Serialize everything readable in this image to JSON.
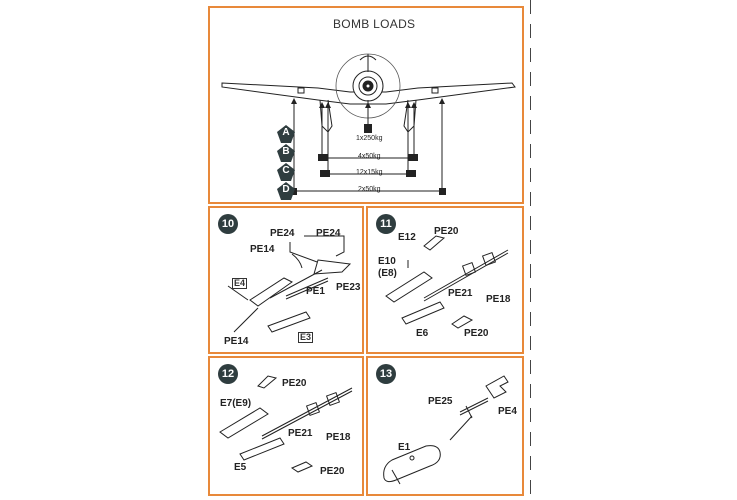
{
  "colors": {
    "frame": "#e8893a",
    "badge": "#2f3d3f",
    "line": "#222222"
  },
  "bomb_loads": {
    "title": "BOMB LOADS",
    "options": [
      {
        "letter": "A",
        "label": "1x250kg"
      },
      {
        "letter": "B",
        "label": "4x50kg"
      },
      {
        "letter": "C",
        "label": "12x15kg"
      },
      {
        "letter": "D",
        "label": "2x50kg"
      }
    ]
  },
  "steps": {
    "s10": {
      "number": "10",
      "labels": {
        "pe24a": "PE24",
        "pe24b": "PE24",
        "pe14a": "PE14",
        "pe1": "PE1",
        "pe23": "PE23",
        "pe14b": "PE14",
        "e4": "E4",
        "e3": "E3"
      }
    },
    "s11": {
      "number": "11",
      "labels": {
        "pe20a": "PE20",
        "e12": "E12",
        "e10": "E10",
        "e8": "(E8)",
        "pe21": "PE21",
        "pe18": "PE18",
        "e6": "E6",
        "pe20b": "PE20"
      }
    },
    "s12": {
      "number": "12",
      "labels": {
        "pe20a": "PE20",
        "e7": "E7(E9)",
        "pe21": "PE21",
        "pe18": "PE18",
        "e5": "E5",
        "pe20b": "PE20"
      }
    },
    "s13": {
      "number": "13",
      "labels": {
        "pe25": "PE25",
        "pe4": "PE4",
        "e1": "E1"
      }
    }
  }
}
